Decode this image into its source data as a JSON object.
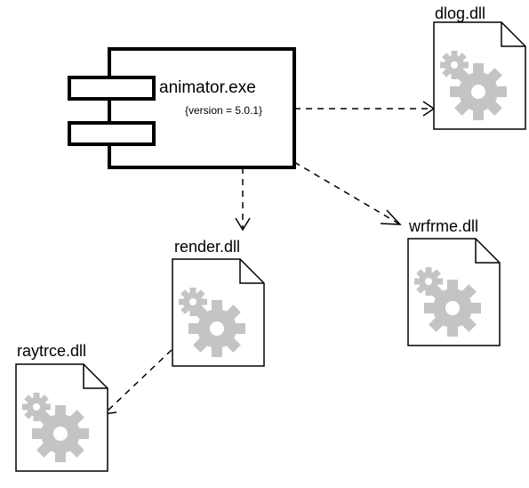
{
  "component": {
    "name": "animator.exe",
    "tag": "{version = 5.0.1}"
  },
  "artifacts": {
    "dlog": "dlog.dll",
    "render": "render.dll",
    "wrfrme": "wrfrme.dll",
    "raytrce": "raytrce.dll"
  },
  "colors": {
    "line": "#000000",
    "gear": "#c4c4c4",
    "background": "#ffffff"
  },
  "icons": {
    "artifact": "gears-icon",
    "component": "component-icon"
  }
}
